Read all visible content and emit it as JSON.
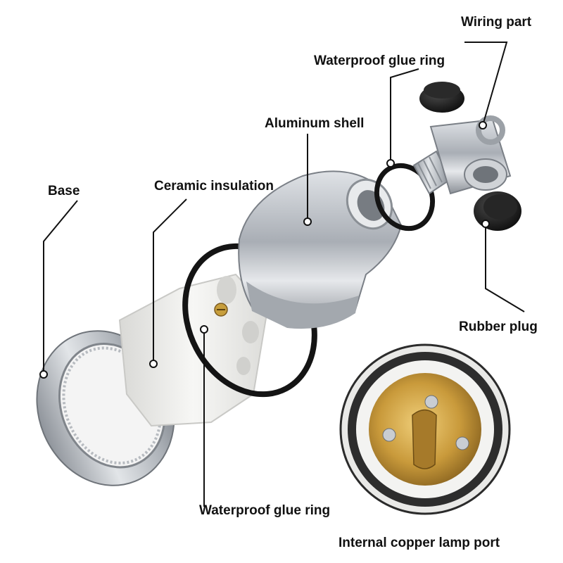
{
  "labels": {
    "wiring_part": "Wiring part",
    "waterproof_ring_top": "Waterproof glue ring",
    "aluminum_shell": "Aluminum shell",
    "ceramic_insulation": "Ceramic insulation",
    "base": "Base",
    "rubber_plug": "Rubber plug",
    "waterproof_ring_bottom": "Waterproof glue ring",
    "copper_port": "Internal copper lamp port"
  },
  "colors": {
    "leader_line": "#111111",
    "dot": "#ffffff",
    "metal": "#b8bcc2",
    "ceramic": "#f2f2f0",
    "rubber": "#151515",
    "copper": "#c89a3a"
  }
}
